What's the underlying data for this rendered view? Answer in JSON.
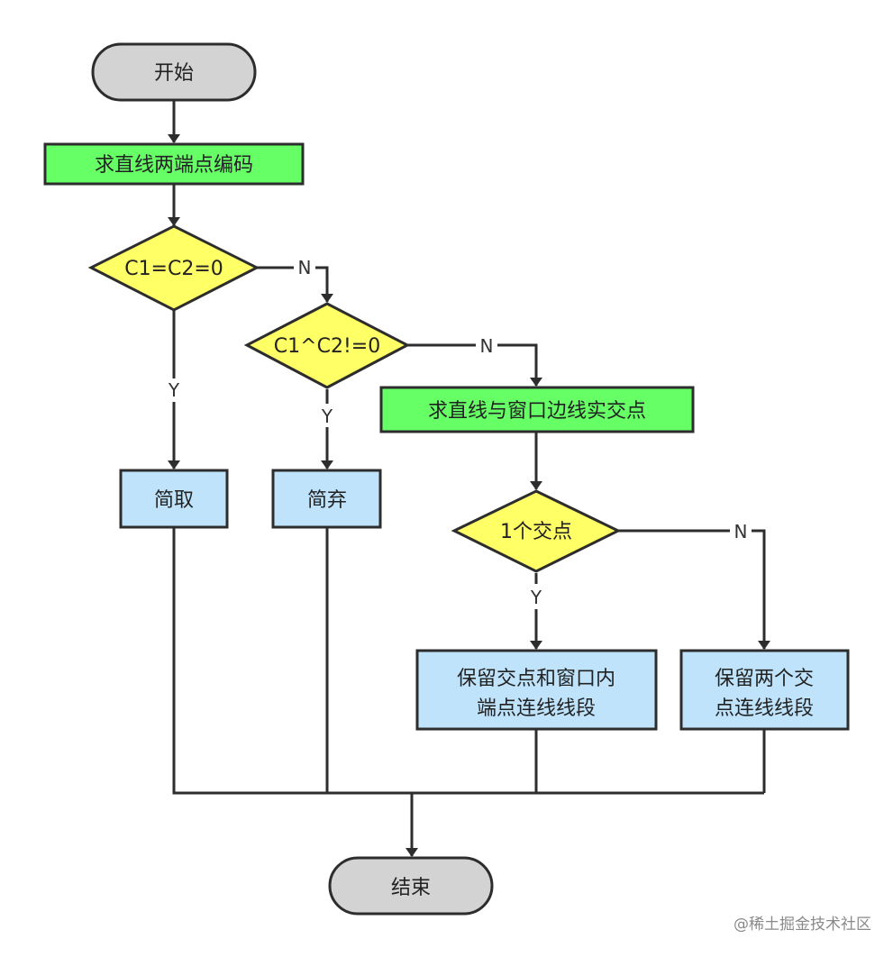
{
  "nodes": {
    "start": "开始",
    "encode": "求直线两端点编码",
    "decision_both_zero": "C1=C2=0",
    "decision_and_nonzero": "C1^C2!=0",
    "intersect": "求直线与窗口边线实交点",
    "accept": "简取",
    "reject": "简弃",
    "decision_one_point": "1个交点",
    "keep_one": [
      "保留交点和窗口内",
      "端点连线线段"
    ],
    "keep_two": [
      "保留两个交",
      "点连线线段"
    ],
    "end": "结束"
  },
  "edge_labels": {
    "n1": "N",
    "y1": "Y",
    "n2": "N",
    "y2": "Y",
    "y3": "Y",
    "n3": "N"
  },
  "watermark": "@稀土掘金技术社区",
  "colors": {
    "terminal_fill": "#d3d3d3",
    "process_fill": "#66ff66",
    "decision_fill": "#ffff66",
    "result_fill": "#bfe3fb",
    "stroke": "#2d2d2d"
  }
}
